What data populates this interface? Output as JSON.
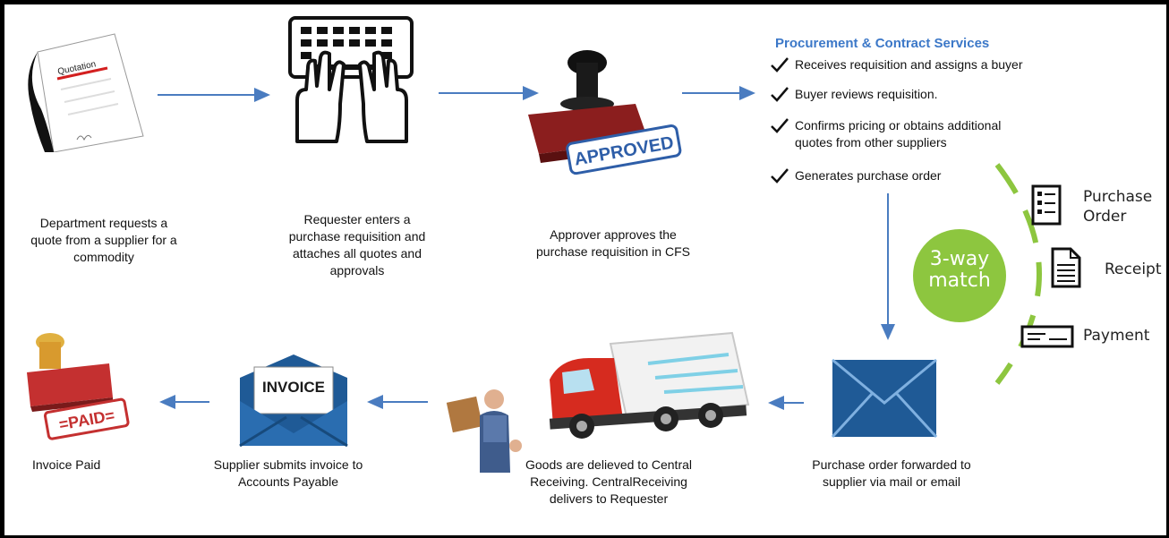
{
  "steps": {
    "quote": {
      "caption": "Department requests a quote from a supplier for a commodity",
      "doc_label": "Quotation"
    },
    "requisition": {
      "caption": "Requester enters a purchase requisition and attaches all quotes and approvals"
    },
    "approval": {
      "caption": "Approver approves the purchase requisition in CFS",
      "stamp_label": "APPROVED"
    },
    "mail": {
      "caption": "Purchase order forwarded to supplier via mail or email"
    },
    "delivery": {
      "caption": "Goods are delieved to Central Receiving. CentralReceiving delivers to Requester"
    },
    "invoice": {
      "caption": "Supplier submits invoice to Accounts Payable",
      "envelope_label": "INVOICE"
    },
    "paid": {
      "caption": "Invoice Paid",
      "stamp_label": "=PAID="
    }
  },
  "procurement": {
    "title": "Procurement & Contract Services",
    "items": [
      "Receives requisition and assigns a buyer",
      "Buyer reviews requisition.",
      "Confirms pricing or obtains additional quotes from other suppliers",
      "Generates purchase order"
    ]
  },
  "three_way_match": {
    "center_label": "3-way match",
    "items": [
      "Purchase Order",
      "Receipt",
      "Payment"
    ]
  },
  "colors": {
    "arrow": "#4a7cc0",
    "title_blue": "#3c78c8",
    "match_green": "#8dc63f",
    "envelope_blue": "#1f5a96",
    "truck_red": "#d62b1f"
  }
}
